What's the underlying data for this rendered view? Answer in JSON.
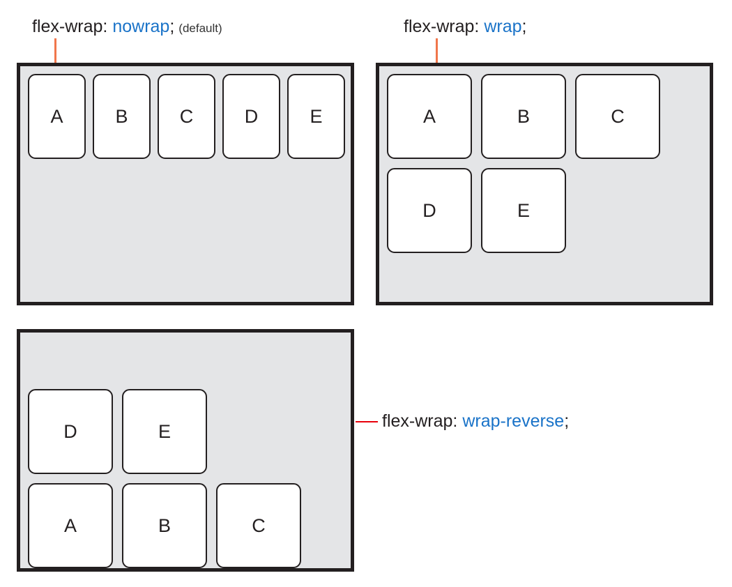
{
  "diagram": {
    "title_visible": false,
    "colors": {
      "property_text": "#231f20",
      "value_text": "#1a73c8",
      "connector_orange": "#f0764b",
      "connector_red": "#e8000a",
      "container_fill": "#e4e5e7",
      "container_border": "#231f20",
      "item_fill": "#ffffff",
      "item_border": "#231f20",
      "page_background": "#ffffff"
    },
    "panels": [
      {
        "id": "nowrap",
        "label": {
          "property": "flex-wrap:",
          "value": "nowrap",
          "semicolon": ";",
          "note": "(default)"
        },
        "connector": "vertical-orange",
        "items": [
          "A",
          "B",
          "C",
          "D",
          "E"
        ],
        "rows": [
          [
            "A",
            "B",
            "C",
            "D",
            "E"
          ]
        ],
        "item_shape": "narrow",
        "items_anchor": "top-left"
      },
      {
        "id": "wrap",
        "label": {
          "property": "flex-wrap:",
          "value": "wrap",
          "semicolon": ";",
          "note": ""
        },
        "connector": "vertical-orange",
        "items": [
          "A",
          "B",
          "C",
          "D",
          "E"
        ],
        "rows": [
          [
            "A",
            "B",
            "C"
          ],
          [
            "D",
            "E"
          ]
        ],
        "item_shape": "square",
        "items_anchor": "top-left"
      },
      {
        "id": "wrap-reverse",
        "label": {
          "property": "flex-wrap:",
          "value": "wrap-reverse",
          "semicolon": ";",
          "note": ""
        },
        "connector": "horizontal-red",
        "items": [
          "A",
          "B",
          "C",
          "D",
          "E"
        ],
        "rows": [
          [
            "D",
            "E"
          ],
          [
            "A",
            "B",
            "C"
          ]
        ],
        "item_shape": "square",
        "items_anchor": "bottom-left"
      }
    ]
  }
}
